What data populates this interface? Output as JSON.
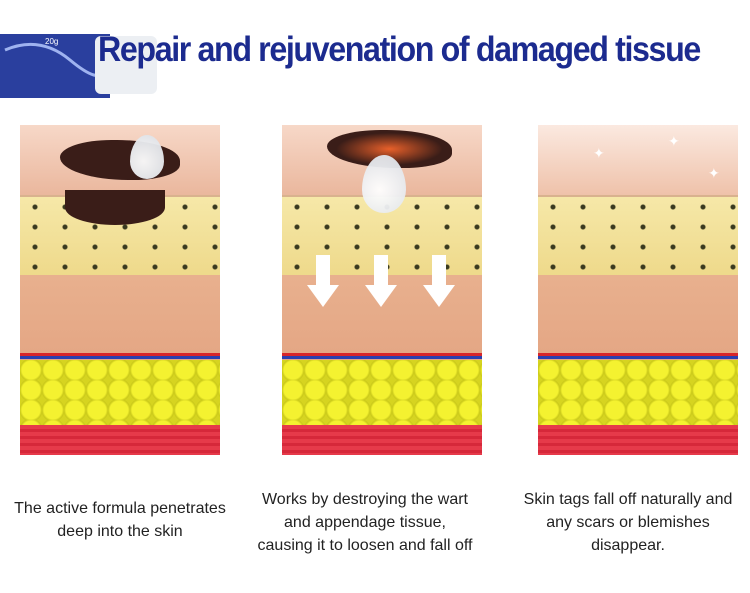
{
  "title": "Repair and rejuvenation of damaged tissue",
  "product": {
    "label": "20g"
  },
  "steps": [
    {
      "caption": "The active formula penetrates deep into the skin"
    },
    {
      "caption": "Works by destroying the wart and appendage tissue, causing it to loosen and fall off"
    },
    {
      "caption": "Skin tags fall off naturally and any scars or blemishes disappear."
    }
  ]
}
